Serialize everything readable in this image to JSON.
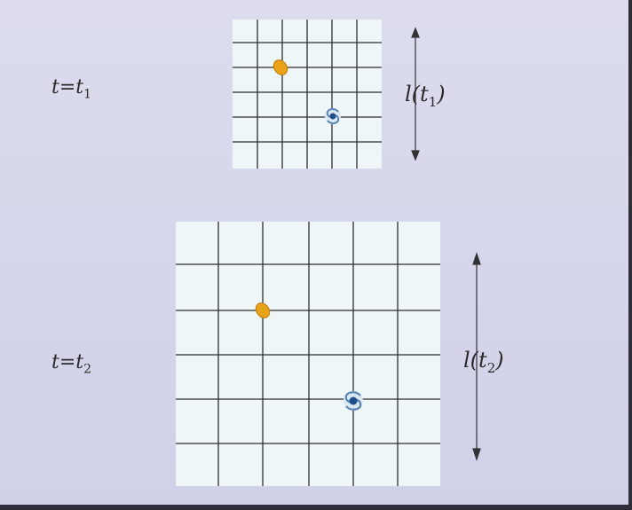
{
  "panel_1": {
    "time_label_main": "t=t",
    "time_label_sub": "1",
    "length_label_main": "l(t",
    "length_label_sub": "1",
    "length_label_close": ")"
  },
  "panel_2": {
    "time_label_main": "t=t",
    "time_label_sub": "2",
    "length_label_main": "l(t",
    "length_label_sub": "2",
    "length_label_close": ")"
  },
  "colors": {
    "grid_fill": "#eef6f7",
    "grid_line": "#2e2e2e",
    "galaxy_orange": "#e8a31a",
    "galaxy_spiral": "#1f4f8a",
    "arrow": "#333333"
  },
  "icons": [
    "orange-galaxy-icon",
    "spiral-galaxy-icon"
  ]
}
